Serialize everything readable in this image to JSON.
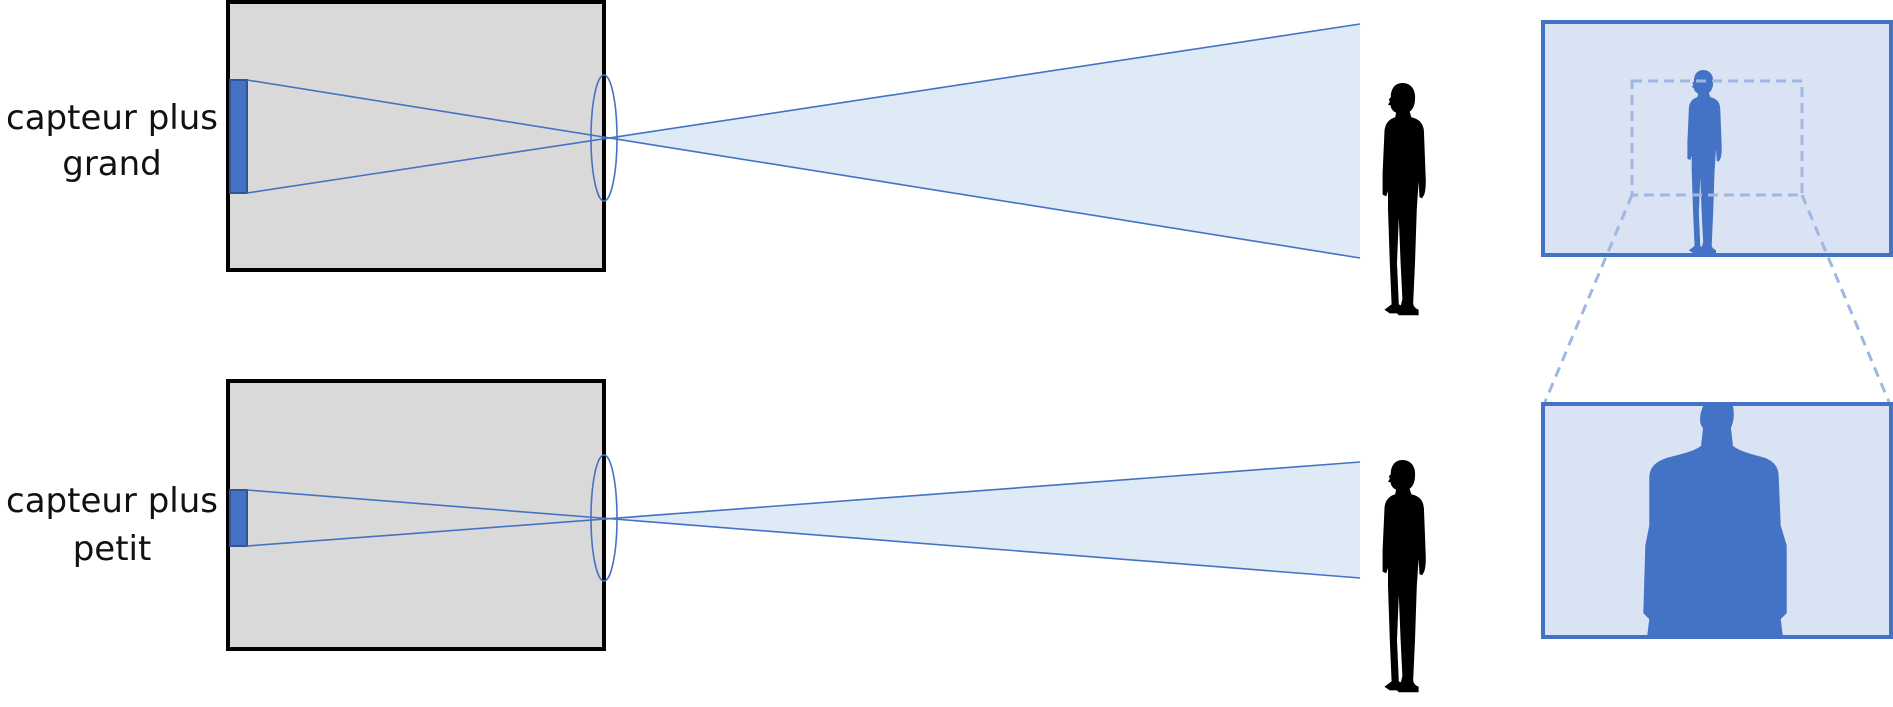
{
  "rows": [
    {
      "id": "large",
      "label_line1": "capteur plus",
      "label_line2": "grand"
    },
    {
      "id": "small",
      "label_line1": "capteur plus",
      "label_line2": "petit"
    }
  ],
  "colors": {
    "camera_body": "#d9d9d9",
    "camera_outline": "#000000",
    "sensor": "#4472c4",
    "ray": "#4472c4",
    "cone_fill": "#deeaf6",
    "silhouette": "#000000",
    "preview_bg": "#dae3f3",
    "preview_border": "#4472c4",
    "preview_figure": "#4472c4",
    "crop_dash": "#9fb7e2"
  },
  "icons": [
    "person-silhouette-icon",
    "lens-icon"
  ]
}
